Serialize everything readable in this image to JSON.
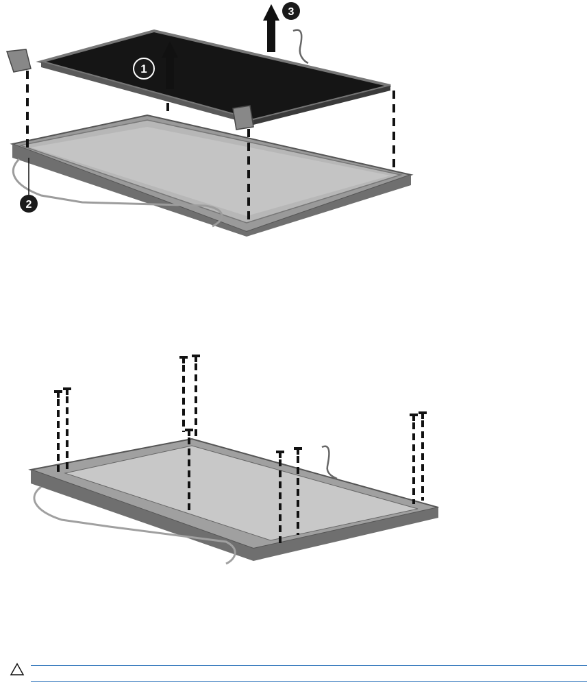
{
  "figure1": {
    "callouts": [
      "1",
      "2",
      "3"
    ]
  },
  "figure2": {},
  "caution": {
    "icon": "caution-triangle-icon",
    "text": ""
  },
  "colors": {
    "callout_fill": "#1a1a1a",
    "callout_text": "#ffffff",
    "rule_line": "#3f7fc0",
    "panel_dark": "#141414",
    "bezel_gray": "#8a8a8a"
  }
}
